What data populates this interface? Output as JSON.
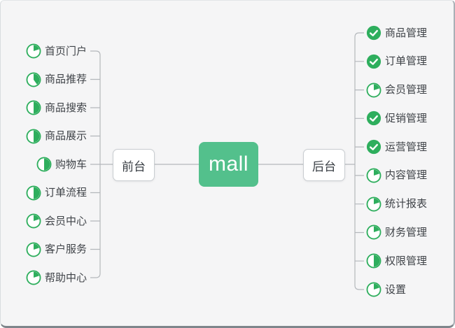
{
  "root": {
    "label": "mall"
  },
  "colors": {
    "background": "#f5f5f6",
    "root_green": "#53c08c",
    "icon_green": "#2eae5d",
    "line": "#b3b7bb",
    "text": "#3f4348",
    "node_border": "#c9cdd1"
  },
  "branches": [
    {
      "label": "前台",
      "side": "left",
      "items": [
        {
          "label": "首页门户",
          "progress": 0.2
        },
        {
          "label": "商品推荐",
          "progress": 0.4
        },
        {
          "label": "商品搜索",
          "progress": 0.5
        },
        {
          "label": "商品展示",
          "progress": 0.5
        },
        {
          "label": "购物车",
          "progress": 0.5
        },
        {
          "label": "订单流程",
          "progress": 0.5
        },
        {
          "label": "会员中心",
          "progress": 0.2
        },
        {
          "label": "客户服务",
          "progress": 0.2
        },
        {
          "label": "帮助中心",
          "progress": 0.2
        }
      ]
    },
    {
      "label": "后台",
      "side": "right",
      "items": [
        {
          "label": "商品管理",
          "progress": 1
        },
        {
          "label": "订单管理",
          "progress": 1
        },
        {
          "label": "会员管理",
          "progress": 0.2
        },
        {
          "label": "促销管理",
          "progress": 1
        },
        {
          "label": "运营管理",
          "progress": 1
        },
        {
          "label": "内容管理",
          "progress": 0.2
        },
        {
          "label": "统计报表",
          "progress": 0.2
        },
        {
          "label": "财务管理",
          "progress": 0.2
        },
        {
          "label": "权限管理",
          "progress": 0.5
        },
        {
          "label": "设置",
          "progress": 0.2
        }
      ]
    }
  ]
}
